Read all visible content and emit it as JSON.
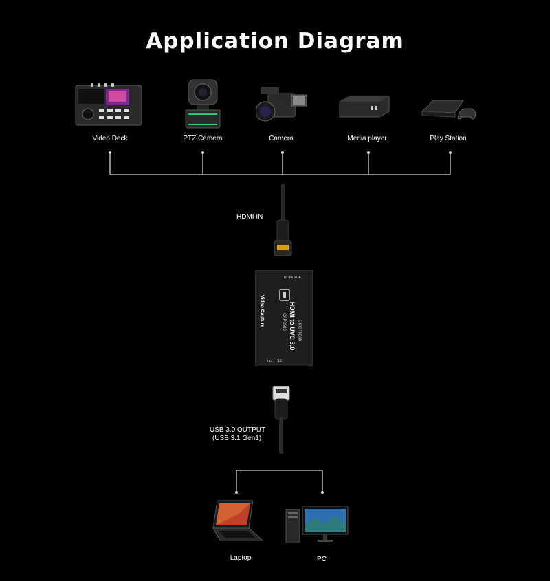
{
  "title": "Application Diagram",
  "sources": [
    {
      "label": "Video Deck",
      "icon": "video-deck-icon"
    },
    {
      "label": "PTZ Camera",
      "icon": "ptz-camera-icon"
    },
    {
      "label": "Camera",
      "icon": "camcorder-icon"
    },
    {
      "label": "Media player",
      "icon": "media-player-icon"
    },
    {
      "label": "Play Station",
      "icon": "game-console-icon"
    }
  ],
  "hdmi_label": "HDMI IN",
  "capture": {
    "port_label": "▼ HDMI IN",
    "title": "HDMI to UVC 3.0",
    "model": "CAP0503",
    "brand": "CineTreak",
    "subtitle": "Video Capture",
    "led": "LED",
    "usb_mark": "SS"
  },
  "usb_label_line1": "USB 3.0 OUTPUT",
  "usb_label_line2": "(USB 3.1 Gen1)",
  "outputs": [
    {
      "label": "Laptop",
      "icon": "laptop-icon"
    },
    {
      "label": "PC",
      "icon": "desktop-pc-icon"
    }
  ],
  "colors": {
    "background": "#000000",
    "line": "#cfcfcf",
    "text": "#ffffff",
    "device_body": "#1e1e1e"
  }
}
